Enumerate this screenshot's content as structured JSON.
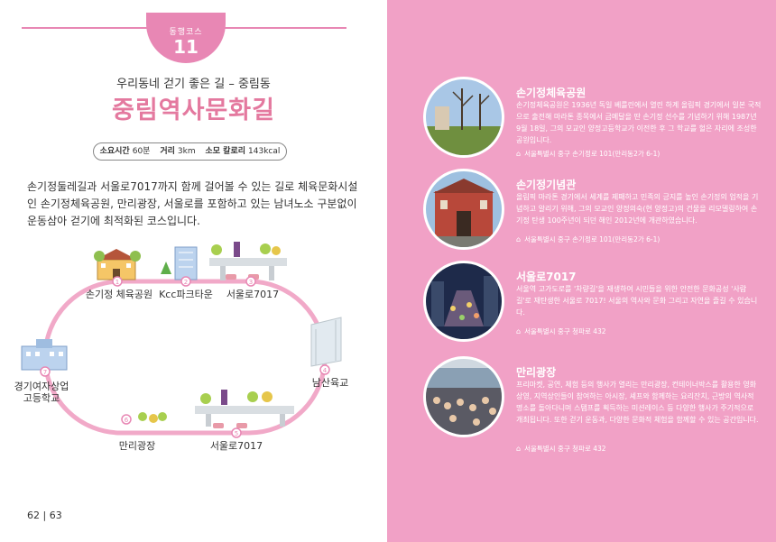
{
  "course": {
    "label": "동행코스",
    "number": "11"
  },
  "subtitle": "우리동네 걷기 좋은 길 – 중림동",
  "title": "중림역사문화길",
  "info": {
    "time_label": "소요시간",
    "time_value": "60분",
    "distance_label": "거리",
    "distance_value": "3km",
    "calorie_label": "소모 칼로리",
    "calorie_value": "143kcal"
  },
  "intro": "손기정둘레길과 서울로7017까지 함께 걸어볼 수 있는 길로 체육문화시설인 손기정체육공원, 만리광장, 서울로를 포함하고 있는 남녀노소 구분없이 운동삼아 걷기에 최적화된 코스입니다.",
  "route": {
    "stops": [
      {
        "num": "1",
        "label": "손기정 체육공원"
      },
      {
        "num": "2",
        "label": "Kcc파크타운"
      },
      {
        "num": "3",
        "label": "서울로7017"
      },
      {
        "num": "4",
        "label": "남산육교"
      },
      {
        "num": "5",
        "label": "서울로7017"
      },
      {
        "num": "6",
        "label": "만리광장"
      },
      {
        "num": "7",
        "label_line1": "경기여자상업",
        "label_line2": "고등학교"
      }
    ]
  },
  "page_numbers": "62 | 63",
  "spots": [
    {
      "title": "손기정체육공원",
      "desc": "손기정체육공원은 1936년 독일 베를린에서 열린 하계 올림픽 경기에서 일본 국적으로 출전해 마라톤 종목에서 금메달을 딴 손기정 선수를 기념하기 위해 1987년 9월 18일, 그의 모교인 양정고등학교가 이전한 후 그 학교를 헐은 자리에 조성한 공원입니다.",
      "address": "서울특별시 중구 손기정로 101(만리동2가 6-1)"
    },
    {
      "title": "손기정기념관",
      "desc": "올림픽 마라톤 경기에서 세계를 제패하고 민족의 긍지를 높인 손기정의 업적을 기념하고 알리기 위해, 그의 모교인 양정의숙(현 양정고)의 건물을 리모델링하여 손기정 탄생 100주년이 되던 해인 2012년에 개관하였습니다.",
      "address": "서울특별시 중구 손기정로 101(만리동2가 6-1)"
    },
    {
      "title": "서울로7017",
      "desc": "서울역 고가도로를 '차량길'을 재생하여 시민들을 위한 안전한 문화공성 '사람길'로 재탄생한 서울로 7017! 서울의 역사와 문화 그리고 자연을 즐길 수 있습니다.",
      "address": "서울특별시 중구 청파로 432"
    },
    {
      "title": "만리광장",
      "desc": "프리마켓, 공연, 체험 등의 행사가 열리는 만리광장, 컨테이너박스를 활용한 영화상영, 지역상인들이 참여하는 아시장, 셰프와 함께하는 요리잔치, 근방의 역사적 명소를 돌아다니며 스탬프를 획득하는 미션레이스 등 다양한 행사가 주기적으로 개최됩니다. 또한 걷기 운동과, 다양한 문화적 체험을 함께할 수 있는 공간입니다.",
      "address": "서울특별시 중구 청파로 432"
    }
  ],
  "colors": {
    "pink": "#e887b4",
    "right_bg": "#f1a1c6"
  }
}
